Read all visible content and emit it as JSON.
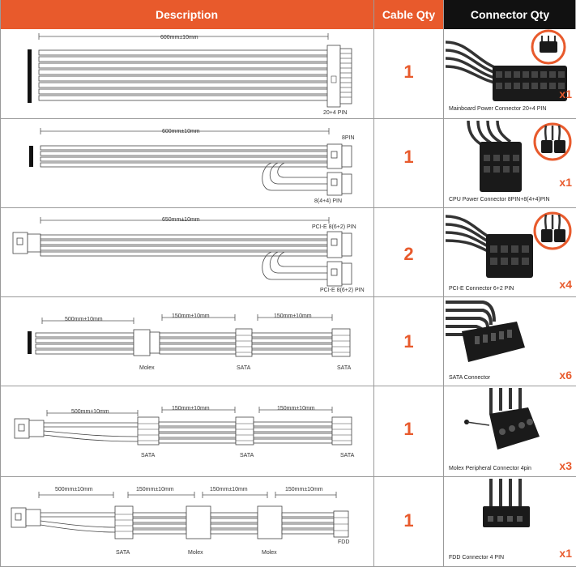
{
  "header": {
    "description": "Description",
    "cable_qty": "Cable Qty",
    "connector_qty": "Connector Qty"
  },
  "colors": {
    "accent": "#e85a2c",
    "dark": "#111111"
  },
  "rows": [
    {
      "qty": "1",
      "length": "600mm±10mm",
      "end_label": "20+4 PIN",
      "connector_name": "Mainboard Power Connector 20+4 PIN",
      "connector_count": "x1",
      "icon": "atx-24pin-connector-icon"
    },
    {
      "qty": "1",
      "length": "600mm±10mm",
      "top_label": "8PIN",
      "end_label": "8(4+4) PIN",
      "connector_name": "CPU Power Connector 8PIN+8(4+4)PIN",
      "connector_count": "x1",
      "icon": "cpu-8pin-connector-icon"
    },
    {
      "qty": "2",
      "length": "650mm±10mm",
      "top_label": "PCI-E 8(6+2) PIN",
      "end_label": "PCI-E 8(6+2) PIN",
      "connector_name": "PCI-E Connector 6+2 PIN",
      "connector_count": "x4",
      "icon": "pcie-8pin-connector-icon"
    },
    {
      "qty": "1",
      "lengths": [
        "500mm±10mm",
        "150mm±10mm",
        "150mm±10mm"
      ],
      "plugs": [
        "Molex",
        "SATA",
        "SATA"
      ],
      "connector_name": "SATA Connector",
      "connector_count": "x6",
      "icon": "sata-connector-icon"
    },
    {
      "qty": "1",
      "lengths": [
        "500mm±10mm",
        "150mm±10mm",
        "150mm±10mm"
      ],
      "plugs": [
        "SATA",
        "SATA",
        "SATA"
      ],
      "connector_name": "Molex Peripheral Connector 4pin",
      "connector_count": "x3",
      "icon": "molex-connector-icon"
    },
    {
      "qty": "1",
      "lengths": [
        "500mm±10mm",
        "150mm±10mm",
        "150mm±10mm",
        "150mm±10mm"
      ],
      "plugs": [
        "SATA",
        "Molex",
        "Molex",
        "FDD"
      ],
      "connector_name": "FDD Connector 4 PIN",
      "connector_count": "x1",
      "icon": "fdd-connector-icon"
    }
  ]
}
